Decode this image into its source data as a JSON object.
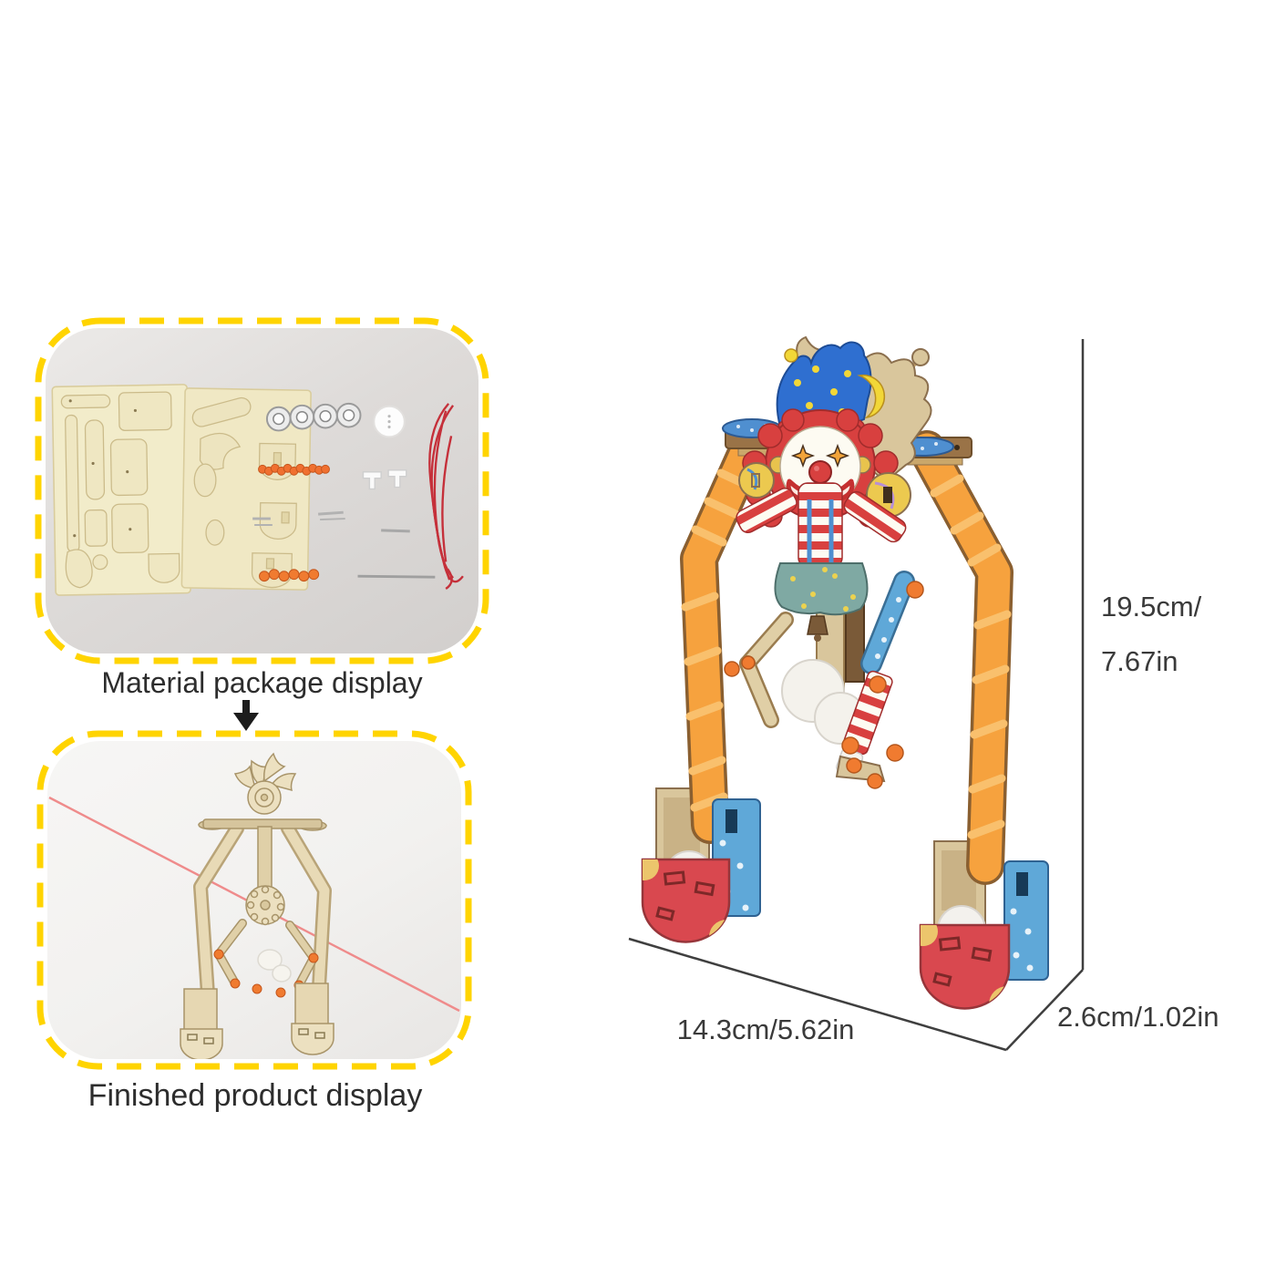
{
  "captions": {
    "material": "Material package display",
    "finished": "Finished product display"
  },
  "dimensions": {
    "height_cm": "19.5cm/",
    "height_in": "7.67in",
    "width": "14.3cm/5.62in",
    "depth": "2.6cm/1.02in"
  },
  "icons": {
    "arrow_down": "↓"
  },
  "colors": {
    "dashed_border": "#ffd400",
    "caption_text": "#2d2d2d",
    "dimension_text": "#3a3a3a",
    "dimension_line": "#3f3f3f",
    "photo_bg_material": "#dedbd9",
    "photo_bg_finished": "#f2f1ef",
    "toy_leg_orange": "#f6a23e",
    "toy_red": "#d8403f",
    "toy_hat_blue": "#2f6fd0",
    "toy_shorts_teal": "#7fa9a3",
    "toy_wood_tan": "#d9c69c",
    "foot_red": "#d9484f",
    "foot_blue": "#5fa8d8",
    "foot_yellow": "#ecc56c",
    "bead_orange": "#f07b30",
    "string_red": "#c5303a"
  }
}
